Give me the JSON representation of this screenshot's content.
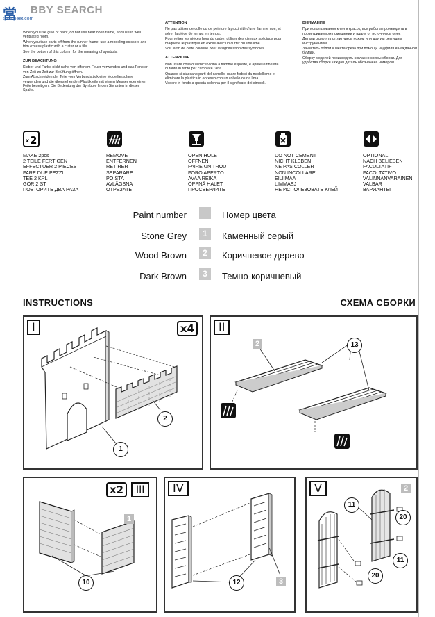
{
  "watermark": {
    "logo": "當",
    "brand": "BBY SEARCH",
    "site": "tan-sheet.com"
  },
  "warnings": {
    "col1": {
      "p1": "When you use glue or paint, do not use near open flame, and use in well ventilated room.",
      "p2": "When you take parts off from the runner frame, use a modeling scissors and trim excess plastic with a cutter or a file.",
      "p3": "See the bottom of this column for the meaning of symbols.",
      "h2": "ZUR BEACHTUNG",
      "p4": "Kleber und Farbe nicht nahe von offenem Feuer verwenden und das Fenster von Zeit zu Zeit zur Belüftung öffnen.",
      "p5": "Zum Abschneiden der Teile vom Verbundstück eine Modellierschere verwenden und die überstehenden Plastikteile mit einem Messer oder einer Feile beseitigen. Die Bedeutung der Symbole finden Sie unten in dieser Spalte."
    },
    "col2": {
      "h1": "ATTENTION",
      "p1": "Ne pas utiliser de colle ou de peinture à proximité d'une flamme nue, et aérer la pièce de temps en temps.",
      "p2": "Pour retirer les pièces hors du cadre, utiliser des ciseaux spéciaux pour maquette le plastique en excès avec un cutter ou une lime.",
      "p3": "Voir la fin de cette colonne pour la signification des symboles.",
      "h2": "ATTENZIONE",
      "p4": "Non usare colla o vernice vicino a fiamme esposte, e aprire le finestre di tanto in tanto per cambiare l'aria.",
      "p5": "Quando si staccano parti del carrello, usare forbici da modellismo e eliminare la plastica in eccesso con un coltello o una lima.",
      "p6": "Vedere in fondo a questa colonna per il significato dei simboli."
    },
    "col3": {
      "h1": "ВНИМАНИЕ",
      "p1": "При использовании клея и красок, все работы производить в проветриваемом помещении и вдали от источников огня.",
      "p2": "Детали отделять от литников ножом или другим режущим инструментом.",
      "p3": "Зачистить облой и места среза при помощи надфиля и наждачной бумаги.",
      "p4": "Сборку моделей производить согласно схемы сборки. Для удобства сборки каждая деталь обозначена номером."
    }
  },
  "symbols": [
    {
      "icon": "make-two-icon",
      "lines": [
        "MAKE 2pcs",
        "2 TEILE FERTIGEN",
        "EFFECTUER 2 PIECES",
        "FARE DUE PEZZI",
        "TEE 2 KPL",
        "GÖR 2 ST",
        "ПОВТОРИТЬ ДВА РАЗА"
      ]
    },
    {
      "icon": "remove-icon",
      "lines": [
        "REMOVE",
        "ENTFERNEN",
        "RETIRER",
        "SEPARARE",
        "POISTA",
        "AVLÄGSNA",
        "ОТРЕЗАТЬ"
      ]
    },
    {
      "icon": "open-hole-icon",
      "lines": [
        "OPEN HOLE",
        "OFFNEN",
        "FAIRE UN TROU",
        "FORO APERTO",
        "AVAA REIKA",
        "ÖPPNÄ HALET",
        "ПРОСВЕРЛИТЬ"
      ]
    },
    {
      "icon": "do-not-cement-icon",
      "lines": [
        "DO NOT CEMENT",
        "NICHT KLEBEN",
        "NE PAS COLLER",
        "NON INCOLLARE",
        "EILIIMAA",
        "LIMMAEJ",
        "НЕ ИСПОЛЬЗОВАТЬ КЛЕЙ"
      ]
    },
    {
      "icon": "optional-icon",
      "lines": [
        "OPTIONAL",
        "NACH BELIEBEN",
        "FACULTATIF",
        "FACOLTATIVO",
        "VALINNANVARAINEN",
        "VALBAR",
        "ВАРИАНТЫ"
      ]
    }
  ],
  "paints": [
    {
      "label": "Paint number",
      "num": "",
      "ru": "Номер цвета"
    },
    {
      "label": "Stone Grey",
      "num": "1",
      "ru": "Каменный серый"
    },
    {
      "label": "Wood Brown",
      "num": "2",
      "ru": "Коричневое дерево"
    },
    {
      "label": "Dark Brown",
      "num": "3",
      "ru": "Темно-коричневый"
    }
  ],
  "headings": {
    "instructions": "INSTRUCTIONS",
    "instructions_ru": "СХЕМА СБОРКИ"
  },
  "steps": {
    "s1": {
      "roman": "I",
      "mult": "x4",
      "callouts": [
        "2",
        "1"
      ]
    },
    "s2": {
      "roman": "II",
      "paint": "2",
      "callouts": [
        "13"
      ]
    },
    "s3": {
      "roman": "III",
      "mult": "x2",
      "paint": "1",
      "callouts": [
        "10"
      ]
    },
    "s4": {
      "roman": "IV",
      "paint": "3",
      "callouts": [
        "12"
      ]
    },
    "s5": {
      "roman": "V",
      "paint": "2",
      "callouts": [
        "11",
        "20",
        "11",
        "20"
      ]
    }
  }
}
